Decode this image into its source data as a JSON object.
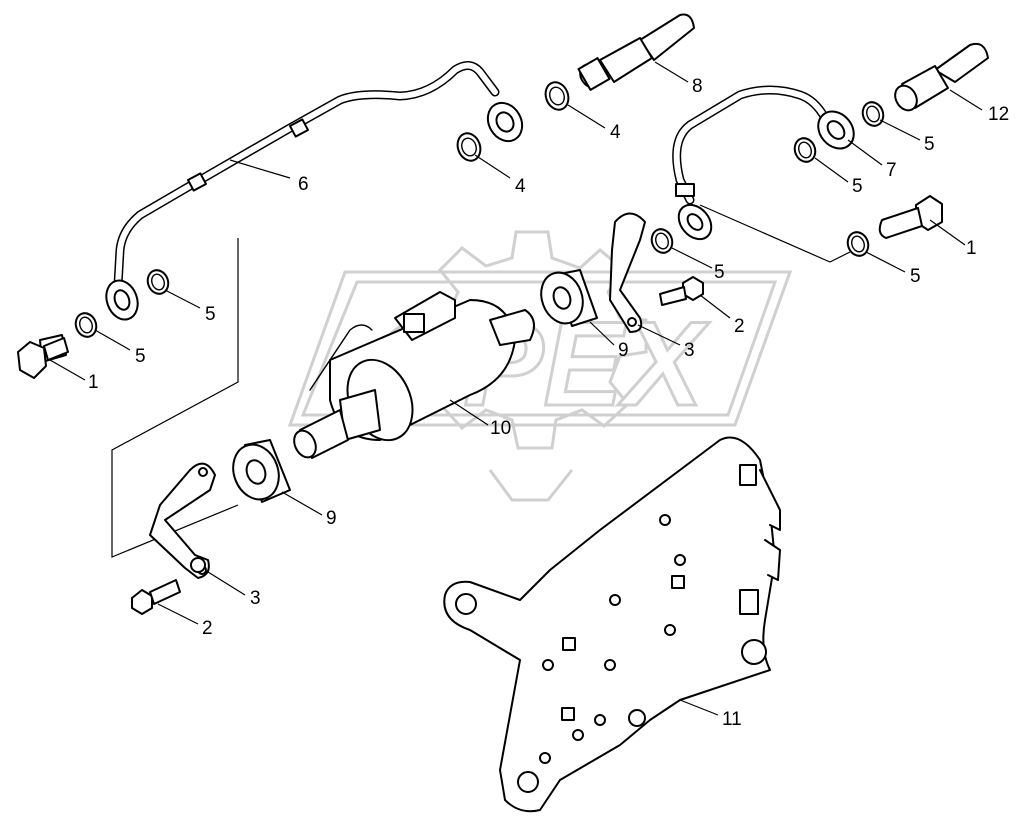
{
  "diagram": {
    "watermark": "OPEX",
    "callouts": [
      {
        "id": "c1a",
        "label": "1"
      },
      {
        "id": "c1b",
        "label": "1"
      },
      {
        "id": "c2a",
        "label": "2"
      },
      {
        "id": "c2b",
        "label": "2"
      },
      {
        "id": "c3a",
        "label": "3"
      },
      {
        "id": "c3b",
        "label": "3"
      },
      {
        "id": "c4a",
        "label": "4"
      },
      {
        "id": "c4b",
        "label": "4"
      },
      {
        "id": "c5a",
        "label": "5"
      },
      {
        "id": "c5b",
        "label": "5"
      },
      {
        "id": "c5c",
        "label": "5"
      },
      {
        "id": "c5d",
        "label": "5"
      },
      {
        "id": "c5e",
        "label": "5"
      },
      {
        "id": "c5f",
        "label": "5"
      },
      {
        "id": "c6",
        "label": "6"
      },
      {
        "id": "c7",
        "label": "7"
      },
      {
        "id": "c8",
        "label": "8"
      },
      {
        "id": "c9a",
        "label": "9"
      },
      {
        "id": "c9b",
        "label": "9"
      },
      {
        "id": "c10",
        "label": "10"
      },
      {
        "id": "c11",
        "label": "11"
      },
      {
        "id": "c12",
        "label": "12"
      }
    ]
  }
}
